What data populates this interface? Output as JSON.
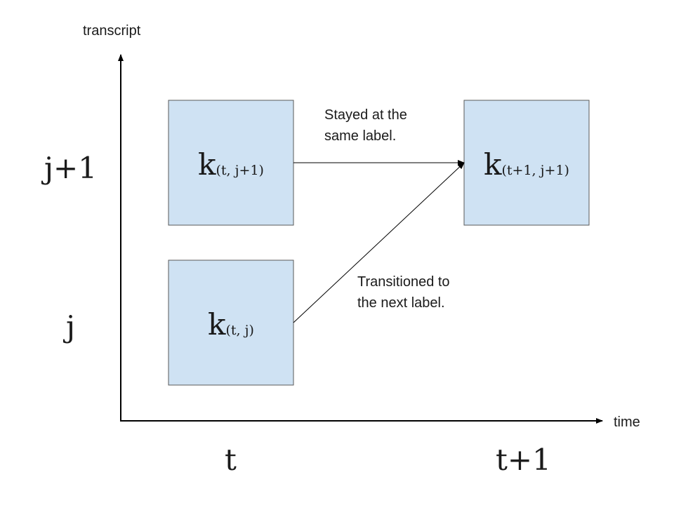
{
  "axes": {
    "y_label": "transcript",
    "x_label": "time"
  },
  "row_labels": {
    "upper": "j+1",
    "lower": "j"
  },
  "column_labels": {
    "left": "t",
    "right": "t+1"
  },
  "nodes": {
    "top_left": {
      "main": "k",
      "subscript": "(t, j+1)"
    },
    "bottom_left": {
      "main": "k",
      "subscript": "(t, j)"
    },
    "top_right": {
      "main": "k",
      "subscript": "(t+1, j+1)"
    }
  },
  "annotations": {
    "stay": [
      "Stayed at the",
      "same label."
    ],
    "transition": [
      "Transitioned to",
      "the next label."
    ]
  },
  "colors": {
    "node_fill": "#cfe2f3",
    "node_border": "#595959"
  }
}
